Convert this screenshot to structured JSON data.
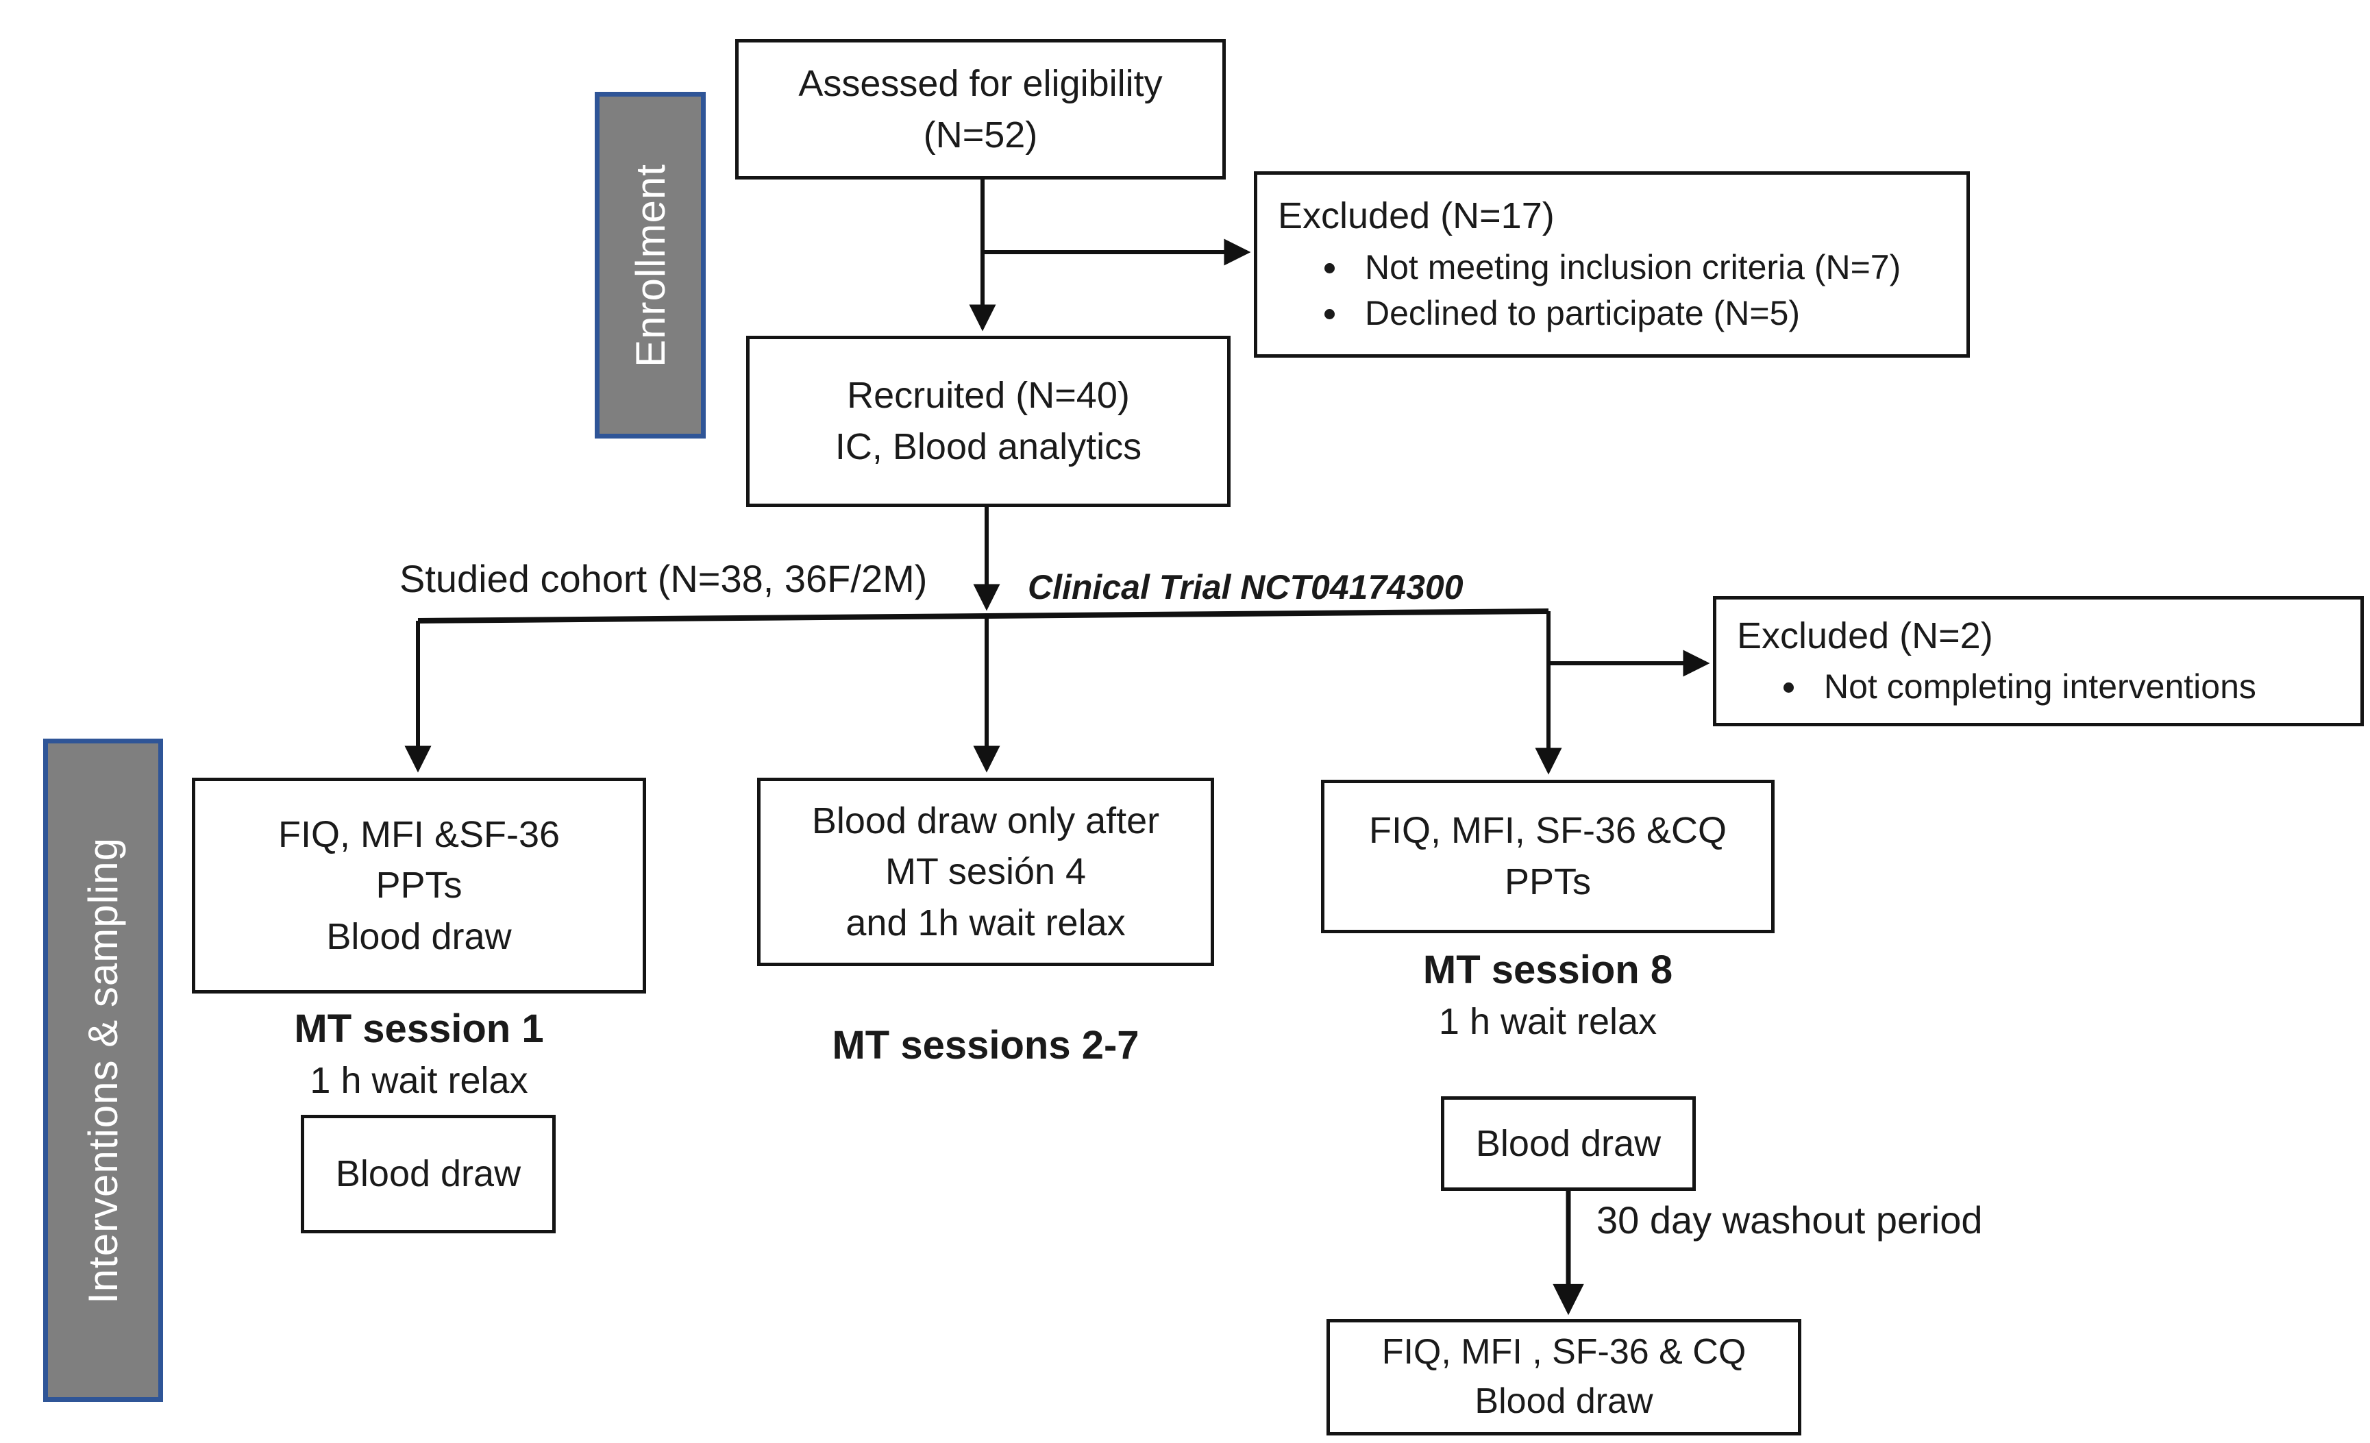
{
  "diagram": {
    "sections": {
      "enrollment": "Enrollment",
      "interventions_sampling": "Interventions & sampling"
    },
    "boxes": {
      "assessed": {
        "line1": "Assessed for eligibility",
        "line2": "(N=52)"
      },
      "excluded_enrollment": {
        "title": "Excluded (N=17)",
        "bullets": [
          "Not meeting inclusion criteria (N=7)",
          "Declined to participate (N=5)"
        ]
      },
      "recruited": {
        "line1": "Recruited (N=40)",
        "line2": "IC, Blood analytics"
      },
      "excluded_interventions": {
        "title": "Excluded (N=2)",
        "bullets": [
          "Not completing interventions"
        ]
      },
      "arm1_assessments": {
        "line1": "FIQ, MFI &SF-36",
        "line2": "PPTs",
        "line3": "Blood draw"
      },
      "arm2_assessments": {
        "line1": "Blood draw only after",
        "line2": "MT sesión 4",
        "line3": "and 1h wait relax"
      },
      "arm3_assessments": {
        "line1": "FIQ, MFI, SF-36 &CQ",
        "line2": "PPTs"
      },
      "arm1_blood_draw": "Blood draw",
      "arm3_blood_draw": "Blood draw",
      "followup": {
        "line1": "FIQ, MFI , SF-36 & CQ",
        "line2": "Blood draw"
      }
    },
    "labels": {
      "studied_cohort": "Studied cohort (N=38, 36F/2M)",
      "clinical_trial": "Clinical Trial NCT04174300",
      "mt_session_1": "MT session 1",
      "mt_session_1_sub": "1 h wait relax",
      "mt_sessions_2_7": "MT sessions 2-7",
      "mt_session_8": "MT session 8",
      "mt_session_8_sub": "1 h wait relax",
      "washout": "30 day washout period"
    },
    "colors": {
      "section_label_bg": "#7f7f7f",
      "section_label_border": "#2f5597",
      "box_border": "#141414",
      "text": "#1a1a1a",
      "connector": "#111111"
    }
  }
}
